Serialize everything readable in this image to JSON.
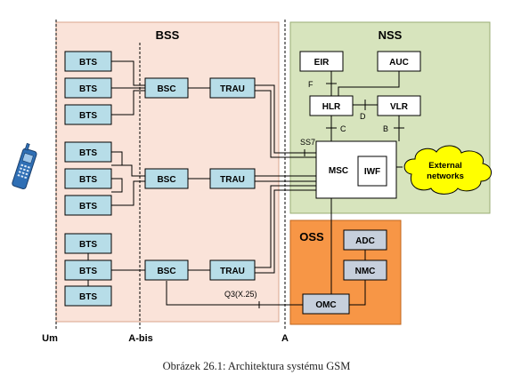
{
  "regions": {
    "bss": {
      "label": "BSS",
      "fill": "#fae3d9",
      "stroke": "#d9a58c"
    },
    "nss": {
      "label": "NSS",
      "fill": "#d7e4bd",
      "stroke": "#98ad74"
    },
    "oss": {
      "label": "OSS",
      "fill": "#f79646",
      "stroke": "#c0651c"
    }
  },
  "nodes": {
    "bts": "BTS",
    "bsc": "BSC",
    "trau": "TRAU",
    "eir": "EIR",
    "auc": "AUC",
    "hlr": "HLR",
    "vlr": "VLR",
    "msc": "MSC",
    "iwf": "IWF",
    "adc": "ADC",
    "nmc": "NMC",
    "omc": "OMC",
    "external_networks": [
      "External",
      "networks"
    ]
  },
  "interfaces": {
    "um": "Um",
    "abis": "A-bis",
    "a": "A",
    "ss7": "SS7",
    "q3": "Q3(X.25)",
    "b": "B",
    "c": "C",
    "d": "D",
    "f": "F"
  },
  "caption": "Obrázek 26.1: Architektura systému GSM",
  "colors": {
    "node_fill": "#b7dde8",
    "nss_node_fill": "#ffffff",
    "oss_node_fill": "#c6cfdc",
    "cloud_fill": "#ffff00",
    "phone": "#2f6fb5",
    "line": "#000000"
  },
  "icons": {
    "phone": "mobile-phone-icon",
    "cloud": "cloud-icon"
  }
}
